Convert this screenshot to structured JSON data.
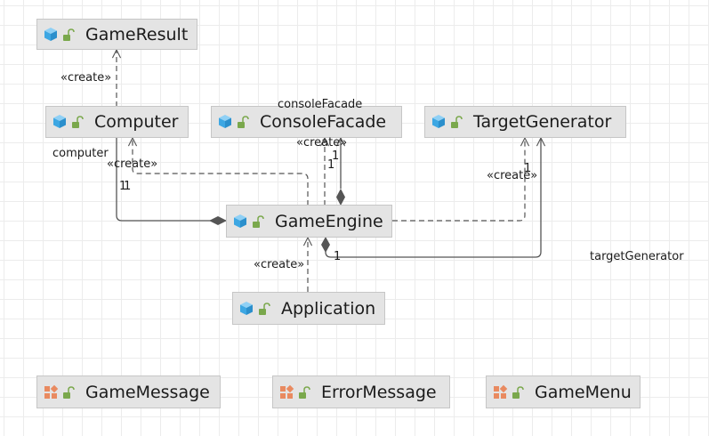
{
  "classes": {
    "game_result": "GameResult",
    "computer": "Computer",
    "console_facade": "ConsoleFacade",
    "target_generator": "TargetGenerator",
    "game_engine": "GameEngine",
    "application": "Application"
  },
  "enums": {
    "game_message": "GameMessage",
    "error_message": "ErrorMessage",
    "game_menu": "GameMenu"
  },
  "edge_labels": {
    "create": "«create»",
    "one": "1",
    "computer_role": "computer",
    "console_facade_role": "consoleFacade",
    "target_generator_role": "targetGenerator"
  },
  "colors": {
    "class_icon": "#3da7e3",
    "enum_icon": "#e98a60",
    "visibility_icon": "#7aa84c",
    "node_fill": "#e4e4e4",
    "edge": "#555555"
  },
  "icons": {
    "class": "class-icon",
    "enum": "enum-icon",
    "visibility": "public-lock-icon"
  }
}
